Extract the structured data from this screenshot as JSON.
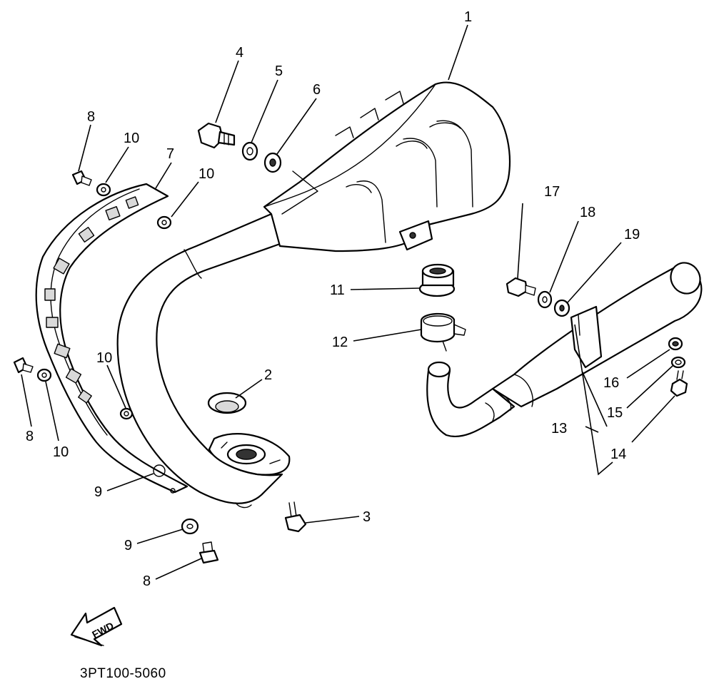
{
  "diagram_code": "3PT100-5060",
  "fwd_label": "FWD",
  "callouts": {
    "c1": "1",
    "c2": "2",
    "c3": "3",
    "c4": "4",
    "c5": "5",
    "c6": "6",
    "c7": "7",
    "c8a": "8",
    "c8b": "8",
    "c8c": "8",
    "c9a": "9",
    "c9b": "9",
    "c10a": "10",
    "c10b": "10",
    "c10c": "10",
    "c10d": "10",
    "c11": "11",
    "c12": "12",
    "c13": "13",
    "c14": "14",
    "c15": "15",
    "c16": "16",
    "c17": "17",
    "c18": "18",
    "c19": "19"
  }
}
